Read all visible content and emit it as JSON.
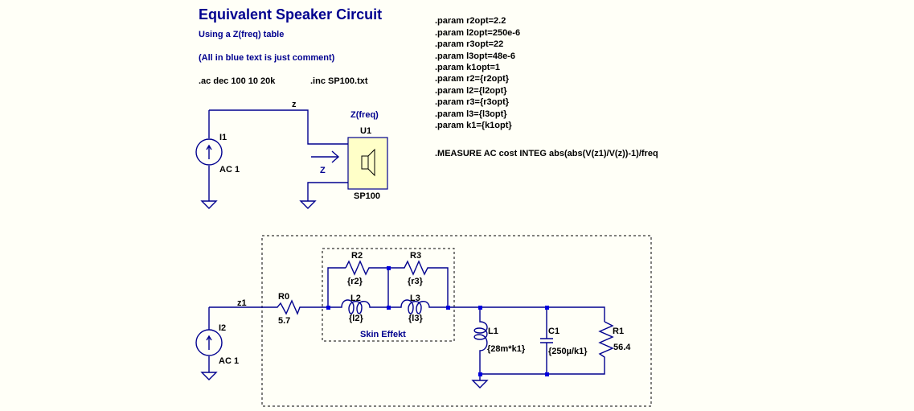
{
  "header": {
    "title": "Equivalent Speaker Circuit",
    "subtitle": "Using a Z(freq) table",
    "comment_note": "(All in blue text is just comment)"
  },
  "directives": {
    "ac": ".ac dec 100 10 20k",
    "inc": ".inc SP100.txt",
    "params": [
      ".param r2opt=2.2",
      ".param l2opt=250e-6",
      ".param r3opt=22",
      ".param l3opt=48e-6",
      ".param k1opt=1",
      ".param r2={r2opt}",
      ".param l2={l2opt}",
      ".param r3={r3opt}",
      ".param l3={l3opt}",
      ".param k1={k1opt}"
    ],
    "measure": ".MEASURE AC cost INTEG abs(abs(V(z1)/V(z))-1)/freq"
  },
  "top_circuit": {
    "source": {
      "name": "I1",
      "value": "AC 1"
    },
    "net_label": "z",
    "block": {
      "name": "U1",
      "value": "SP100",
      "annotation": "Z(freq)"
    },
    "arrow_label": "Z"
  },
  "bottom_circuit": {
    "source": {
      "name": "I2",
      "value": "AC 1"
    },
    "net_label": "z1",
    "R0": {
      "name": "R0",
      "value": "5.7"
    },
    "R2": {
      "name": "R2",
      "value": "{r2}"
    },
    "R3": {
      "name": "R3",
      "value": "{r3}"
    },
    "L2": {
      "name": "L2",
      "value": "{l2}"
    },
    "L3": {
      "name": "L3",
      "value": "{l3}"
    },
    "skin_label": "Skin Effekt",
    "L1": {
      "name": "L1",
      "value": "{28m*k1}"
    },
    "C1": {
      "name": "C1",
      "value": "{250µ/k1}"
    },
    "R1": {
      "name": "R1",
      "value": "56.4"
    }
  },
  "colors": {
    "background": "#fffff7",
    "wire": "#00008f",
    "comment_text": "#00008f",
    "junction": "#0000e0",
    "block_fill": "#ffffc8"
  }
}
